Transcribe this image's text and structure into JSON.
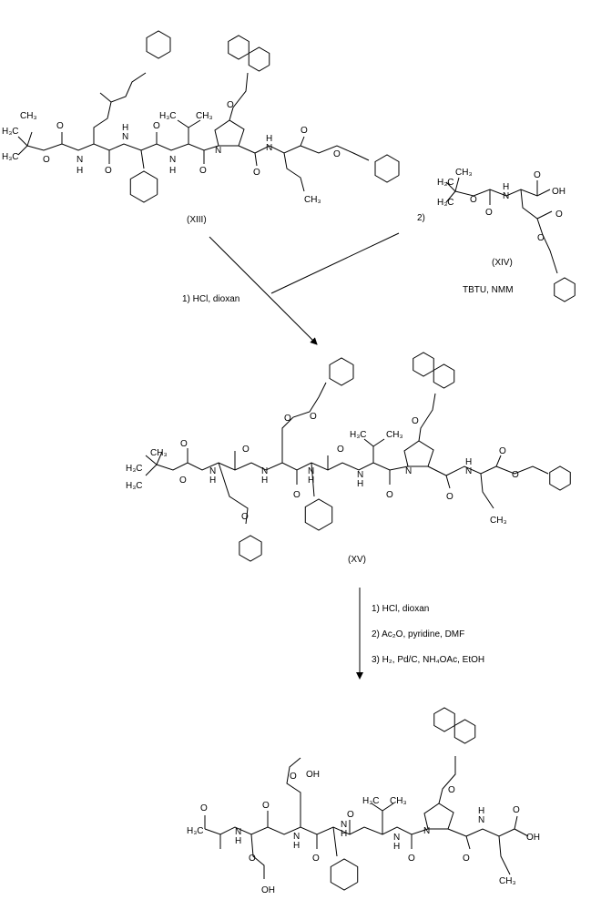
{
  "compounds": {
    "xiii": {
      "label": "(XIII)",
      "atoms": [
        "H₃C",
        "CH₃",
        "H₃C",
        "O",
        "O",
        "N",
        "H",
        "O",
        "N",
        "H",
        "O",
        "N",
        "H",
        "H₃C",
        "CH₃",
        "O",
        "N",
        "O",
        "N",
        "H",
        "O",
        "O",
        "O",
        "CH₃"
      ]
    },
    "xiv": {
      "label": "(XIV)",
      "atoms": [
        "H₃C",
        "CH₃",
        "H₃C",
        "O",
        "O",
        "N",
        "H",
        "O",
        "OH",
        "O",
        "O"
      ]
    },
    "xv": {
      "label": "(XV)",
      "atoms": [
        "H₃C",
        "CH₃",
        "H₃C",
        "O",
        "O",
        "N",
        "H",
        "O",
        "N",
        "H",
        "O",
        "O",
        "O",
        "O",
        "N",
        "H",
        "O",
        "N",
        "H",
        "H₃C",
        "CH₃",
        "O",
        "N",
        "O",
        "N",
        "H",
        "O",
        "O",
        "O",
        "CH₃"
      ]
    },
    "product": {
      "atoms": [
        "H₃C",
        "O",
        "N",
        "H",
        "O",
        "N",
        "H",
        "O",
        "OH",
        "O",
        "OH",
        "O",
        "N",
        "H",
        "O",
        "N",
        "H",
        "H₃C",
        "CH₃",
        "O",
        "N",
        "O",
        "N",
        "H",
        "O",
        "O",
        "OH",
        "CH₃"
      ]
    }
  },
  "steps": {
    "step1": {
      "reagent1": "1) HCl, dioxan",
      "reagent2_num": "2)",
      "reagent2_extra": "TBTU, NMM"
    },
    "step2": {
      "reagents": [
        "1) HCl, dioxan",
        "2) Ac₂O, pyridine, DMF",
        "3) H₂, Pd/C, NH₄OAc, EtOH"
      ]
    }
  }
}
